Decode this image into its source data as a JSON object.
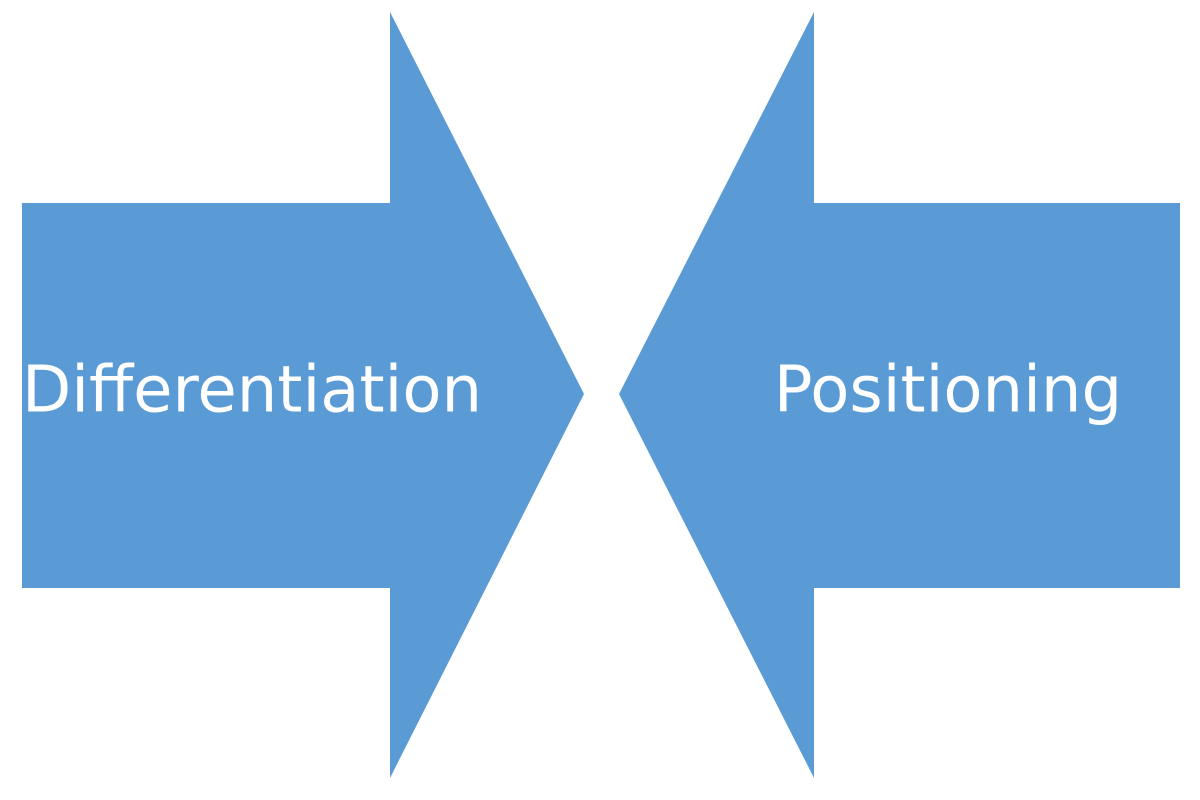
{
  "arrows": {
    "left": {
      "label": "Differentiation",
      "direction": "right"
    },
    "right": {
      "label": "Positioning",
      "direction": "left"
    }
  },
  "colors": {
    "arrow_fill": "#5B9BD5",
    "label_text": "#FFFFFF",
    "background": "#FFFFFF"
  }
}
